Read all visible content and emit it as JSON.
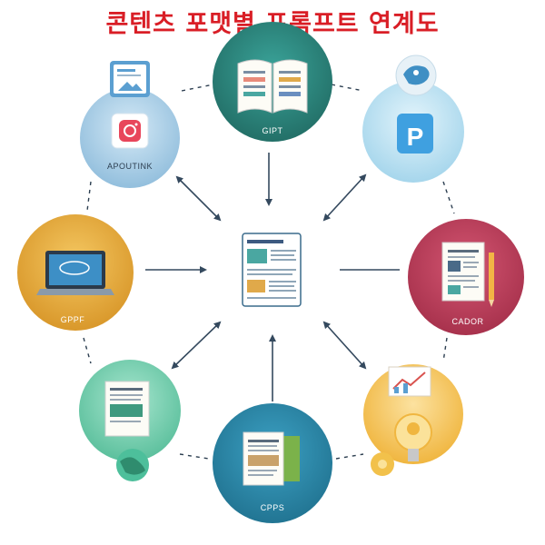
{
  "title": "콘텐츠 포맷별 프롬프트 연계도",
  "center": {
    "icon": "document-icon"
  },
  "nodes": [
    {
      "id": "top",
      "label": "GIPT",
      "icon": "open-book-icon",
      "color": "#2f8c83"
    },
    {
      "id": "top-left",
      "label": "APOUTINK",
      "icon": "instagram-icon",
      "color": "#a9cfe8"
    },
    {
      "id": "top-right",
      "label": "",
      "icon": "p-app-icon",
      "color": "#b9e1f3"
    },
    {
      "id": "left",
      "label": "GPPF",
      "icon": "laptop-icon",
      "color": "#e7b03f"
    },
    {
      "id": "right",
      "label": "CADOR",
      "icon": "paper-pencil-icon",
      "color": "#c2405d"
    },
    {
      "id": "bottom-left",
      "label": "",
      "icon": "document-globe-icon",
      "color": "#7fd3b5"
    },
    {
      "id": "bottom",
      "label": "CPPS",
      "icon": "document-folder-icon",
      "color": "#2f8aad"
    },
    {
      "id": "bottom-right",
      "label": "",
      "icon": "lightbulb-chart-icon",
      "color": "#f3c560"
    }
  ]
}
